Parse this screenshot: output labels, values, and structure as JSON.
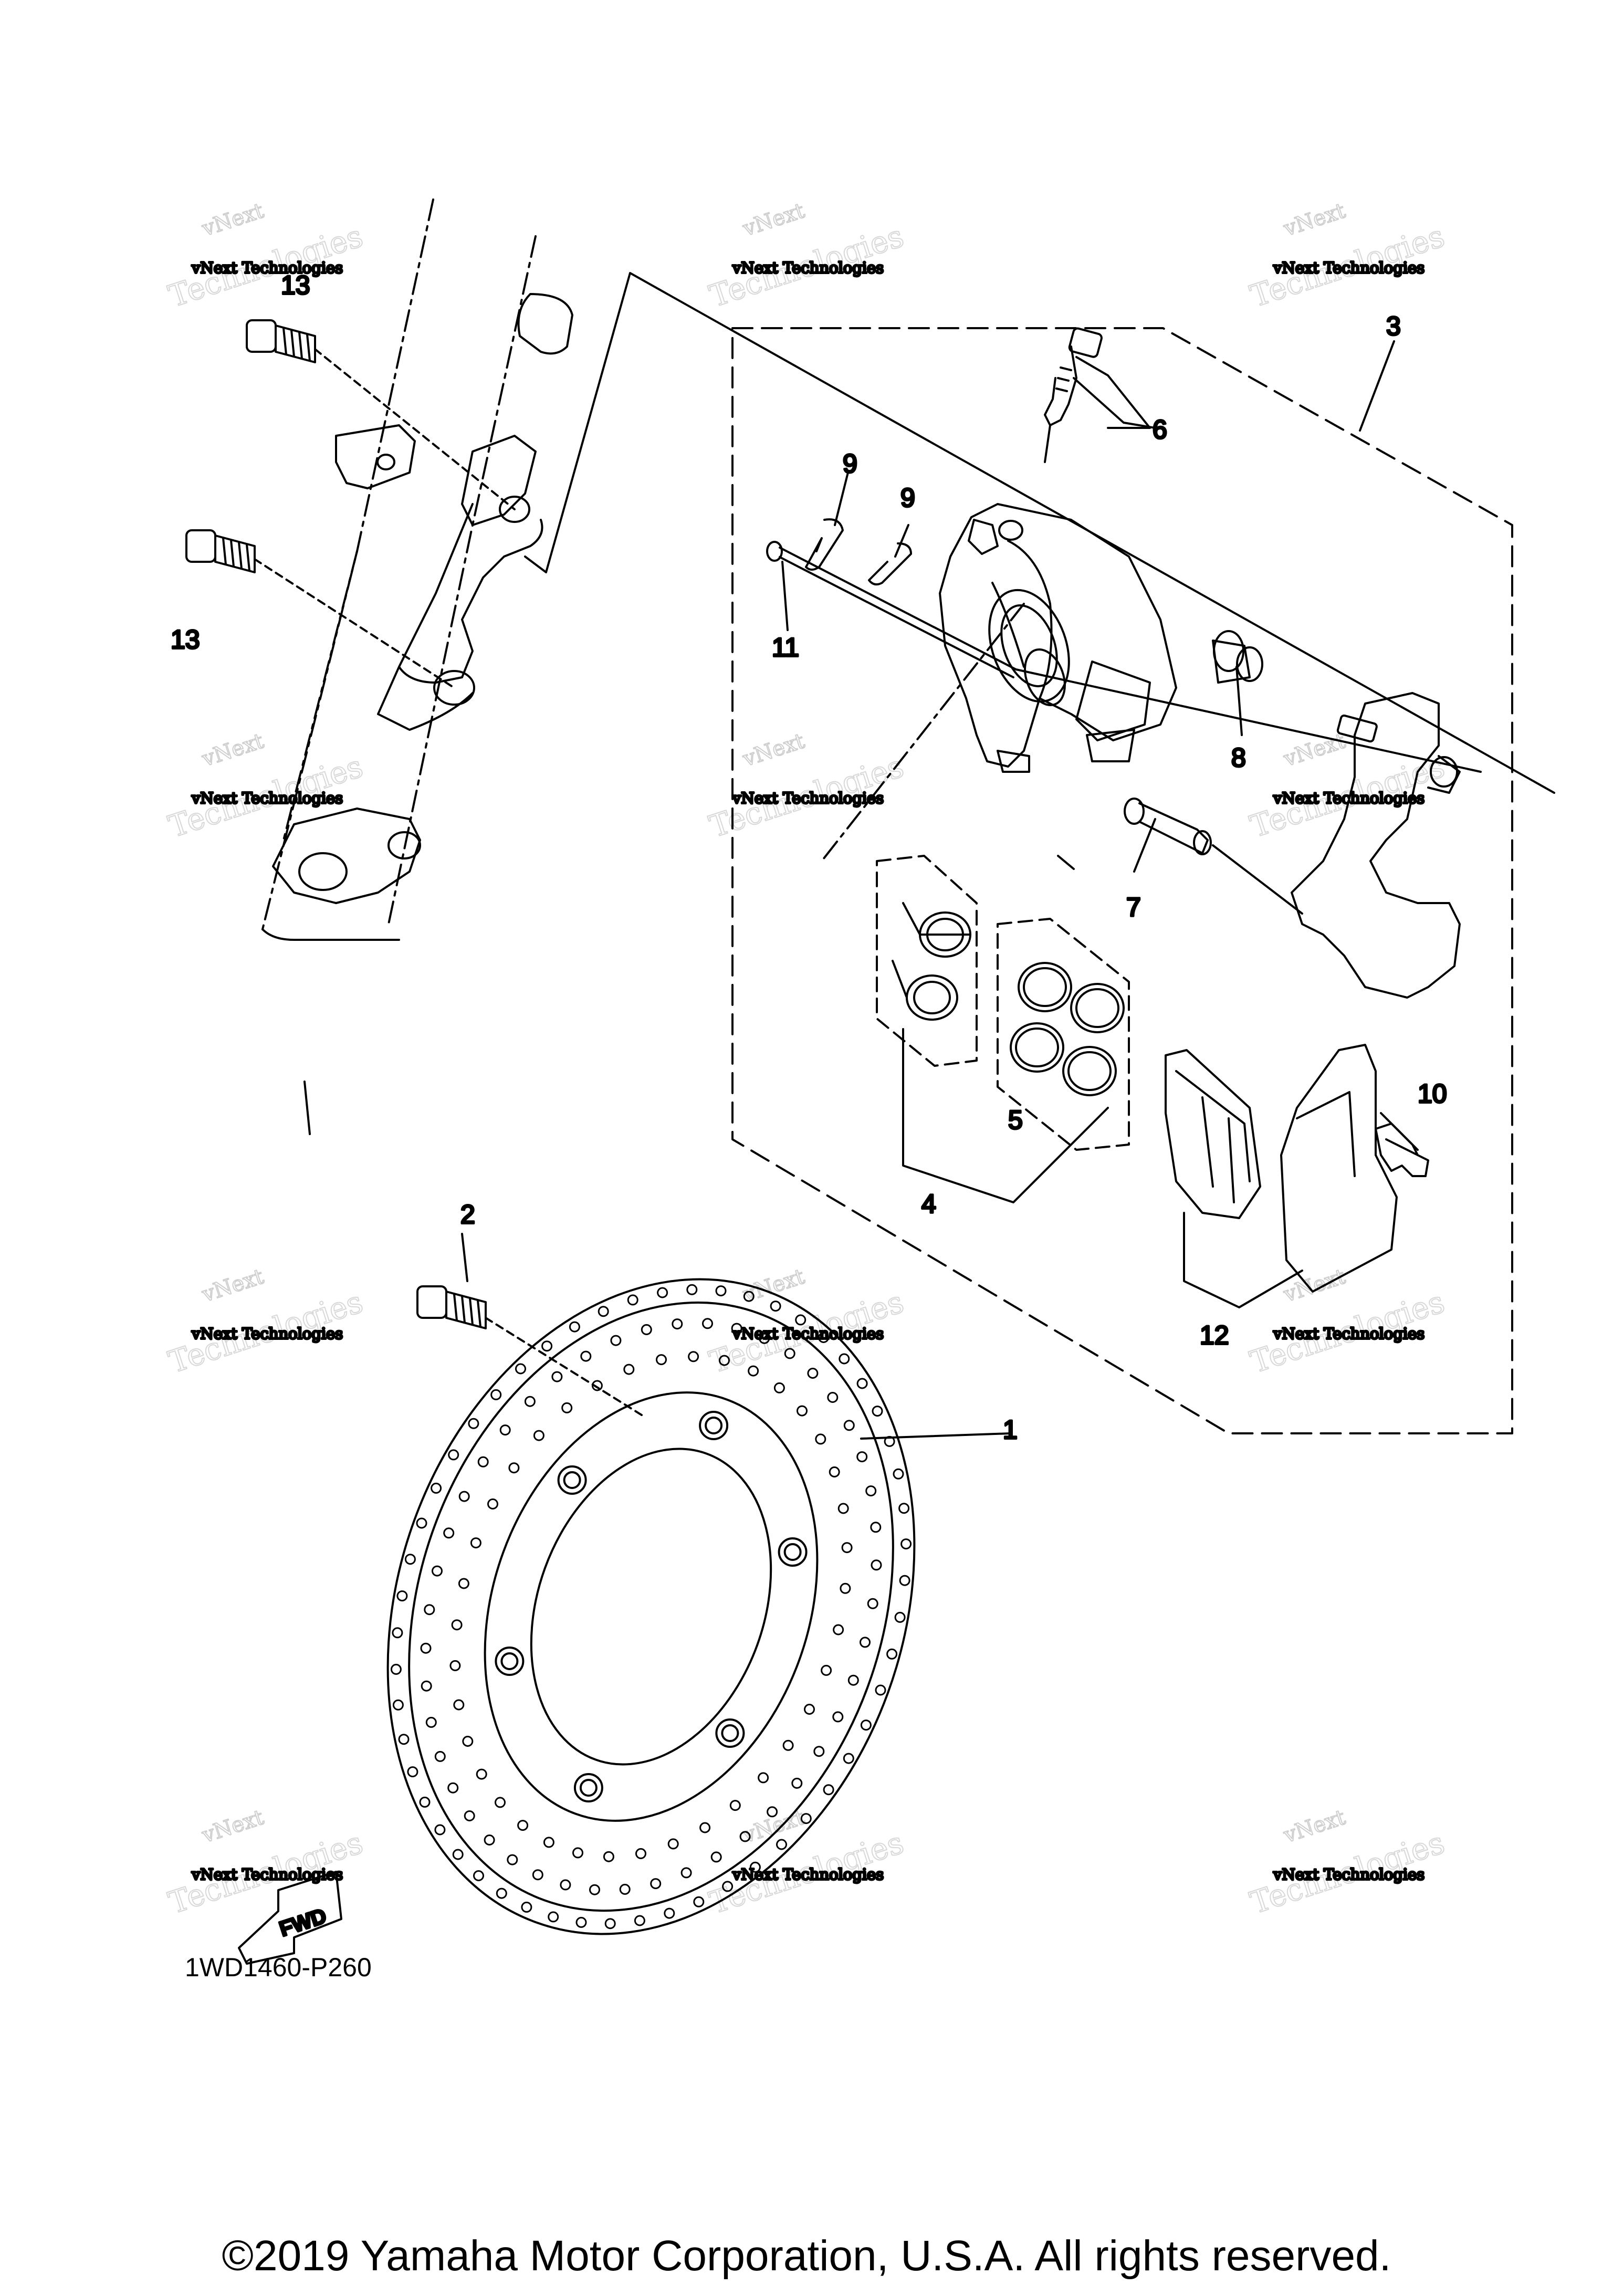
{
  "diagram": {
    "callouts": [
      {
        "id": "c1",
        "label": "1"
      },
      {
        "id": "c2",
        "label": "2"
      },
      {
        "id": "c3",
        "label": "3"
      },
      {
        "id": "c4",
        "label": "4"
      },
      {
        "id": "c5",
        "label": "5"
      },
      {
        "id": "c6",
        "label": "6"
      },
      {
        "id": "c7",
        "label": "7"
      },
      {
        "id": "c8",
        "label": "8"
      },
      {
        "id": "c9a",
        "label": "9"
      },
      {
        "id": "c9b",
        "label": "9"
      },
      {
        "id": "c10",
        "label": "10"
      },
      {
        "id": "c11",
        "label": "11"
      },
      {
        "id": "c12",
        "label": "12"
      },
      {
        "id": "c13a",
        "label": "13"
      },
      {
        "id": "c13b",
        "label": "13"
      }
    ],
    "fwd_label": "FWD",
    "code": "1WD1460-P260"
  },
  "watermark": {
    "line1": "vNext Technologies",
    "line2": "Technologies",
    "line3": "vNext"
  },
  "footer": {
    "copyright": "©2019 Yamaha Motor Corporation, U.S.A. All rights reserved."
  },
  "colors": {
    "ink": "#000000",
    "background": "#ffffff",
    "watermark": "#8a8a8a"
  }
}
